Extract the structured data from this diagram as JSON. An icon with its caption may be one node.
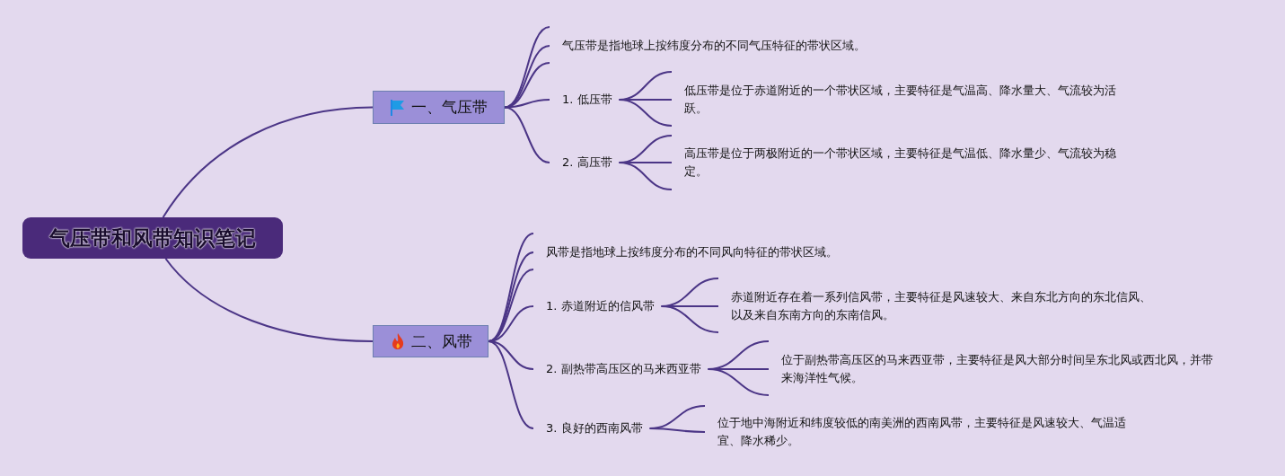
{
  "diagram": {
    "nodes": [
      {
        "text": [
          "气压带和风带知识笔记"
        ]
      },
      {
        "text": [
          "一、气压带"
        ]
      },
      {
        "text": [
          "气压带是指地球上按纬度分布的不同气压特征的带状区域。"
        ]
      },
      {
        "text": [
          "1. 低压带"
        ]
      },
      {
        "text": [
          "低压带是位于赤道附近的一个带状区域，主要特征是气温高、降水量大、气流较为活跃。"
        ]
      },
      {
        "text": [
          "2. 高压带"
        ]
      },
      {
        "text": [
          "高压带是位于两极附近的一个带状区域，主要特征是气温低、降水量少、气流较为稳定。"
        ]
      },
      {
        "text": [
          "二、风带"
        ]
      },
      {
        "text": [
          "风带是指地球上按纬度分布的不同风向特征的带状区域。"
        ]
      },
      {
        "text": [
          "1. 赤道附近的信风带"
        ]
      },
      {
        "text": [
          "赤道附近存在着一系列信风带，主要特征是风速较大、来自东北方向的东北信风、以及来自东南方向的东南信风。"
        ]
      },
      {
        "text": [
          "2. 副热带高压区的马来西亚带"
        ]
      },
      {
        "text": [
          "位于副热带高压区的马来西亚带，主要特征是风大部分时间呈东北风或西北风，并带来海洋性气候。"
        ]
      },
      {
        "text": [
          "3. 良好的西南风带"
        ]
      },
      {
        "text": [
          "位于地中海附近和纬度较低的南美洲的西南风带，主要特征是风速较大、气温适宜、降水稀少。"
        ]
      }
    ],
    "edges": [
      {
        "from": 0,
        "to": 1,
        "arrow": "none"
      },
      {
        "from": 0,
        "to": 7,
        "arrow": "none"
      },
      {
        "from": 1,
        "to": 2,
        "arrow": "none"
      },
      {
        "from": 1,
        "to": 2,
        "arrow": "none"
      },
      {
        "from": 1,
        "to": 2,
        "arrow": "none"
      },
      {
        "from": 1,
        "to": 3,
        "arrow": "none"
      },
      {
        "from": 1,
        "to": 5,
        "arrow": "none"
      },
      {
        "from": 3,
        "to": 4,
        "arrow": "none"
      },
      {
        "from": 3,
        "to": 4,
        "arrow": "none"
      },
      {
        "from": 3,
        "to": 4,
        "arrow": "none"
      },
      {
        "from": 5,
        "to": 6,
        "arrow": "none"
      },
      {
        "from": 5,
        "to": 6,
        "arrow": "none"
      },
      {
        "from": 5,
        "to": 6,
        "arrow": "none"
      },
      {
        "from": 7,
        "to": 8,
        "arrow": "none"
      },
      {
        "from": 7,
        "to": 8,
        "arrow": "none"
      },
      {
        "from": 7,
        "to": 8,
        "arrow": "none"
      },
      {
        "from": 7,
        "to": 9,
        "arrow": "none"
      },
      {
        "from": 7,
        "to": 11,
        "arrow": "none"
      },
      {
        "from": 7,
        "to": 13,
        "arrow": "none"
      },
      {
        "from": 9,
        "to": 10,
        "arrow": "none"
      },
      {
        "from": 9,
        "to": 10,
        "arrow": "none"
      },
      {
        "from": 9,
        "to": 10,
        "arrow": "none"
      },
      {
        "from": 11,
        "to": 12,
        "arrow": "none"
      },
      {
        "from": 11,
        "to": 12,
        "arrow": "none"
      },
      {
        "from": 11,
        "to": 12,
        "arrow": "none"
      },
      {
        "from": 13,
        "to": 14,
        "arrow": "none"
      },
      {
        "from": 13,
        "to": 14,
        "arrow": "none"
      }
    ]
  }
}
